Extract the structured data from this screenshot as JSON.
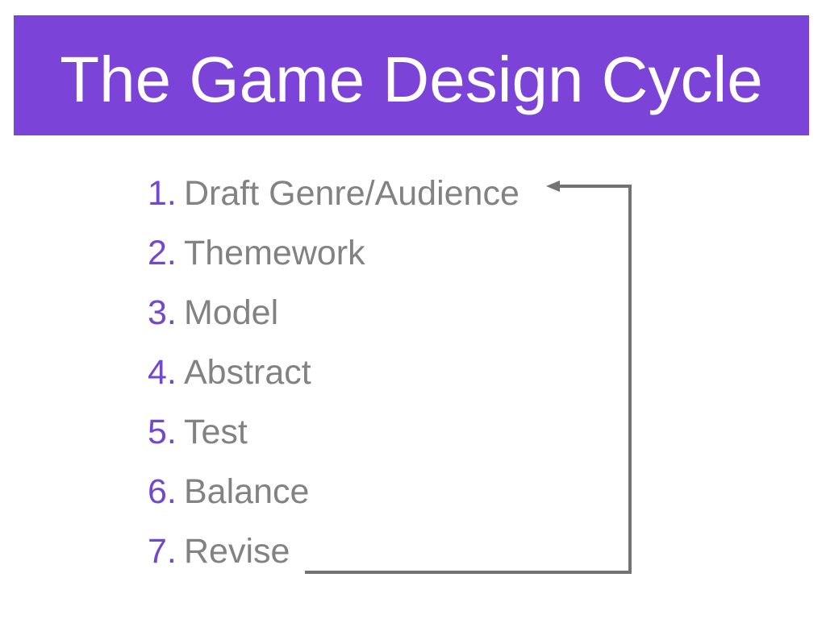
{
  "slide": {
    "title": "The Game Design Cycle",
    "list": {
      "items": [
        {
          "num": "1.",
          "label": "Draft Genre/Audience"
        },
        {
          "num": "2.",
          "label": "Themework"
        },
        {
          "num": "3.",
          "label": "Model"
        },
        {
          "num": "4.",
          "label": "Abstract"
        },
        {
          "num": "5.",
          "label": "Test"
        },
        {
          "num": "6.",
          "label": "Balance"
        },
        {
          "num": "7.",
          "label": "Revise"
        }
      ]
    },
    "cycle_arrow": {
      "shape": "bracket connector from last step back up to first step",
      "arrowhead": "points left at step 1"
    },
    "colors": {
      "banner": "#7B43D8",
      "title_text": "#FFFFFF",
      "number": "#7348D0",
      "text": "#828282",
      "arrow": "#737373",
      "background": "#FFFFFF"
    }
  }
}
